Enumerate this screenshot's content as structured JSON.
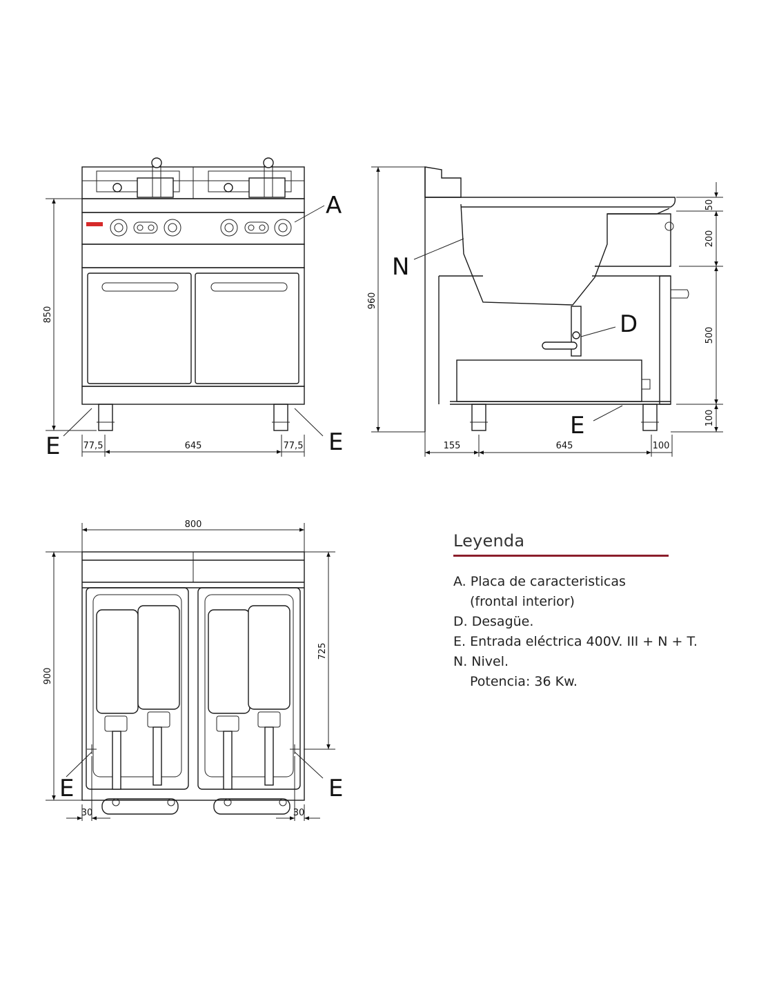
{
  "callouts": {
    "A": "A",
    "N": "N",
    "D": "D",
    "E": "E"
  },
  "front_view": {
    "height": "850",
    "width_left": "77,5",
    "width_center": "645",
    "width_right": "77,5"
  },
  "side_view": {
    "height_total": "960",
    "dim_50": "50",
    "dim_200": "200",
    "dim_500": "500",
    "dim_100": "100",
    "depth_155": "155",
    "depth_645": "645",
    "depth_100": "100"
  },
  "top_view": {
    "width": "800",
    "depth": "900",
    "inner_depth": "725",
    "offset_left": "30",
    "offset_right": "30"
  },
  "legend": {
    "title": "Leyenda",
    "items": [
      "A. Placa de caracteristicas",
      "(frontal interior)",
      "D. Desagüe.",
      "E. Entrada eléctrica 400V. III + N + T.",
      "N. Nivel.",
      "Potencia: 36 Kw."
    ]
  },
  "colors": {
    "legend_rule": "#8b1e2b",
    "brand_badge": "#d62a2a"
  }
}
